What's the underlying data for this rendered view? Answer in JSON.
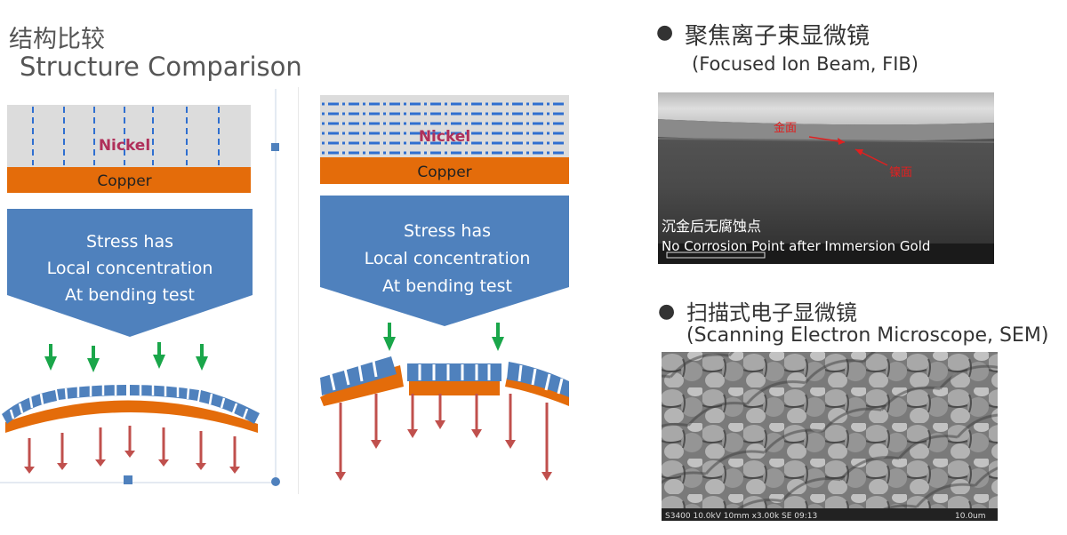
{
  "header": {
    "title_cn": "结构比较",
    "title_en": "Structure Comparison"
  },
  "left_panel": {
    "nickel_label": "Nickel",
    "copper_label": "Copper",
    "stress_line1": "Stress has",
    "stress_line2": "Local concentration",
    "stress_line3": "At bending test"
  },
  "right_panel": {
    "nickel_label": "Nickel",
    "copper_label": "Copper",
    "stress_line1": "Stress has",
    "stress_line2": "Local concentration",
    "stress_line3": "At bending test"
  },
  "fib": {
    "bullet": "●",
    "title_cn": "聚焦离子束显微镜",
    "title_en": "(Focused Ion Beam, FIB)",
    "label_gold": "金面",
    "label_nickel": "镍面",
    "caption_cn": "沉金后无腐蚀点",
    "caption_en": "No Corrosion Point after Immersion Gold"
  },
  "sem": {
    "bullet": "●",
    "title_cn": "扫描式电子显微镜",
    "title_en": "(Scanning Electron Microscope, SEM)",
    "footer": "S3400 10.0kV 10mm x3.00k SE  09:13",
    "scale": "10.0um"
  },
  "colors": {
    "copper": "#e46c0a",
    "stress_blue": "#4f81bd",
    "arrow_green": "#1aa64a",
    "arrow_red": "#c0504d",
    "nickel_text": "#b0305a",
    "label_red": "#e02020"
  }
}
